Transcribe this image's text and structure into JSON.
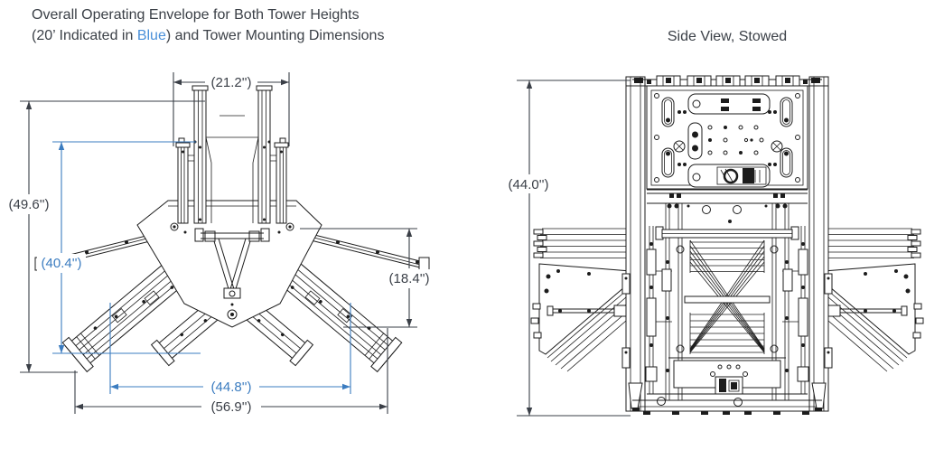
{
  "titles": {
    "front_view_line1": "Overall Operating Envelope for Both Tower Heights",
    "front_view_line2_prefix": "(20’ Indicated in ",
    "front_view_line2_highlight": "Blue",
    "front_view_line2_suffix": ") and Tower Mounting Dimensions",
    "side_view": "Side View, Stowed"
  },
  "front_view": {
    "dims": {
      "tower_width": "(21.2'')",
      "overall_height": "(49.6'')",
      "height_20ft_tower": "(40.4'')",
      "hub_to_foot_height": "(18.4'')",
      "inner_footprint_width_20ft": "(44.8'')",
      "overall_footprint_width": "(56.9'')"
    }
  },
  "side_view": {
    "dims": {
      "stowed_height": "(44.0'')"
    }
  },
  "colors": {
    "drawing_line": "#1c1c1c",
    "dimension_dark": "#3a3f47",
    "dimension_blue": "#3b7cc0",
    "title_text": "#3b4047",
    "title_blue": "#4a90d9",
    "background": "#ffffff"
  }
}
